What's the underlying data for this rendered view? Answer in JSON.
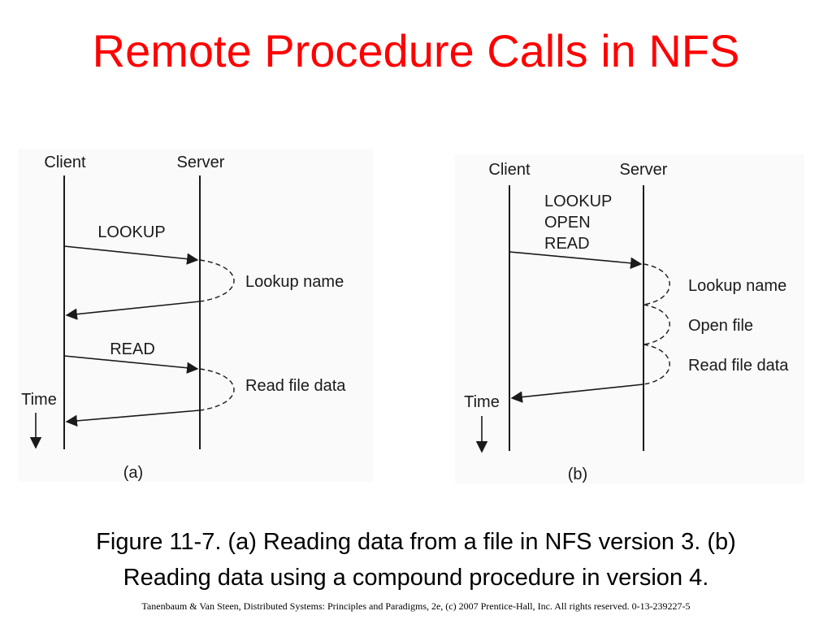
{
  "slide": {
    "title": "Remote Procedure Calls in NFS",
    "caption_line1": "Figure 11-7. (a) Reading data from a file in NFS version 3. (b)",
    "caption_line2": "Reading data using a compound procedure in version 4.",
    "copyright": "Tanenbaum & Van Steen, Distributed Systems: Principles and Paradigms, 2e, (c) 2007 Prentice-Hall, Inc. All rights reserved. 0-13-239227-5"
  },
  "diagram_a": {
    "client_label": "Client",
    "server_label": "Server",
    "request1_label": "LOOKUP",
    "process1_label": "Lookup name",
    "request2_label": "READ",
    "process2_label": "Read file data",
    "time_label": "Time",
    "panel_label": "(a)"
  },
  "diagram_b": {
    "client_label": "Client",
    "server_label": "Server",
    "request_lines": [
      "LOOKUP",
      "OPEN",
      "READ"
    ],
    "process1_label": "Lookup name",
    "process2_label": "Open file",
    "process3_label": "Read file data",
    "time_label": "Time",
    "panel_label": "(b)"
  },
  "colors": {
    "title": "#ff0000",
    "diagram_ink": "#1a1a1a",
    "panel_background": "#fafafa"
  }
}
